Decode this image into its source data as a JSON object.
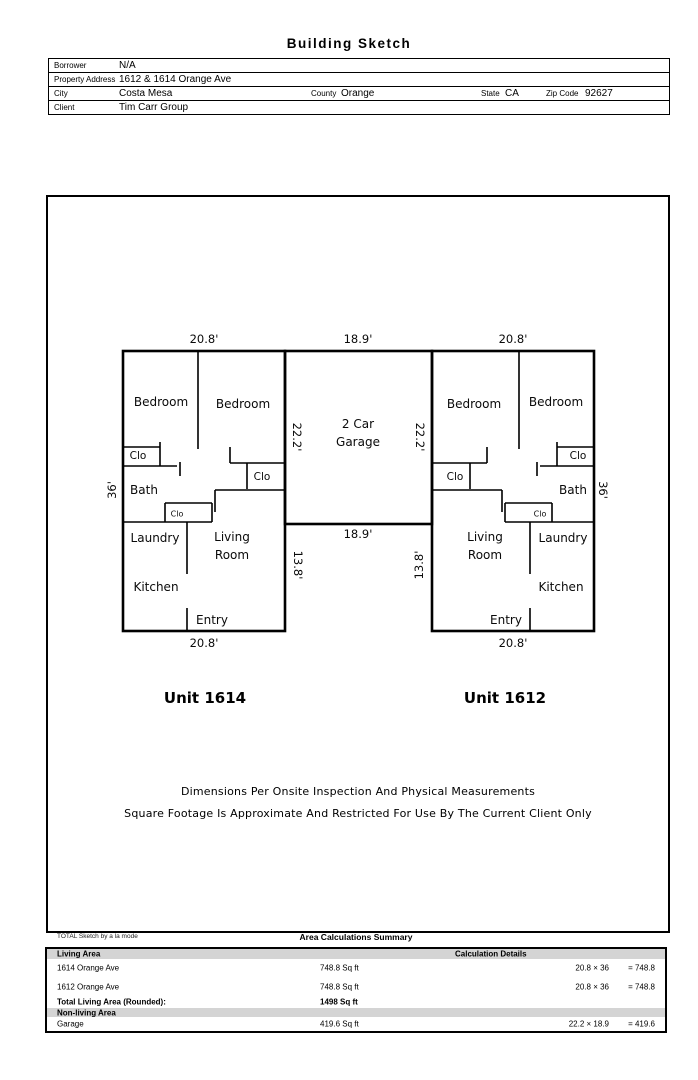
{
  "page": {
    "title": "Building Sketch"
  },
  "header_form": {
    "borrower_label": "Borrower",
    "borrower": "N/A",
    "address_label": "Property Address",
    "address": "1612 & 1614 Orange Ave",
    "city_label": "City",
    "city": "Costa Mesa",
    "county_label": "County",
    "county": "Orange",
    "state_label": "State",
    "state": "CA",
    "zip_label": "Zip Code",
    "zip": "92627",
    "client_label": "Client",
    "client": "Tim Carr Group"
  },
  "floor_plan": {
    "labels": {
      "bedroom": "Bedroom",
      "clo": "Clo",
      "bath": "Bath",
      "laundry": "Laundry",
      "living_1": "Living",
      "living_2": "Room",
      "kitchen": "Kitchen",
      "entry": "Entry",
      "garage_1": "2 Car",
      "garage_2": "Garage"
    },
    "dims": {
      "unit_width": "20.8'",
      "garage_width": "18.9'",
      "garage_depth": "22.2'",
      "unit_depth": "36'",
      "lower_depth": "13.8'"
    },
    "unit_left_title": "Unit 1614",
    "unit_right_title": "Unit 1612",
    "disclaimer_1": "Dimensions Per Onsite Inspection And Physical Measurements",
    "disclaimer_2": "Square Footage Is Approximate And Restricted For Use By The Current Client Only"
  },
  "footer": {
    "brand": "TOTAL Sketch by a la mode",
    "summary_title": "Area Calculations Summary"
  },
  "area_summary": {
    "living_header": "Living Area",
    "calc_header": "Calculation Details",
    "rows": [
      {
        "name": "1614 Orange Ave",
        "area": "748.8 Sq ft",
        "calc": "20.8 × 36",
        "result": "= 748.8"
      },
      {
        "name": "1612 Orange Ave",
        "area": "748.8 Sq ft",
        "calc": "20.8 × 36",
        "result": "= 748.8"
      }
    ],
    "total_label": "Total Living Area (Rounded):",
    "total_value": "1498 Sq ft",
    "nonliving_header": "Non-living Area",
    "nonliving_rows": [
      {
        "name": "Garage",
        "area": "419.6 Sq ft",
        "calc": "22.2 × 18.9",
        "result": "= 419.6"
      }
    ]
  }
}
